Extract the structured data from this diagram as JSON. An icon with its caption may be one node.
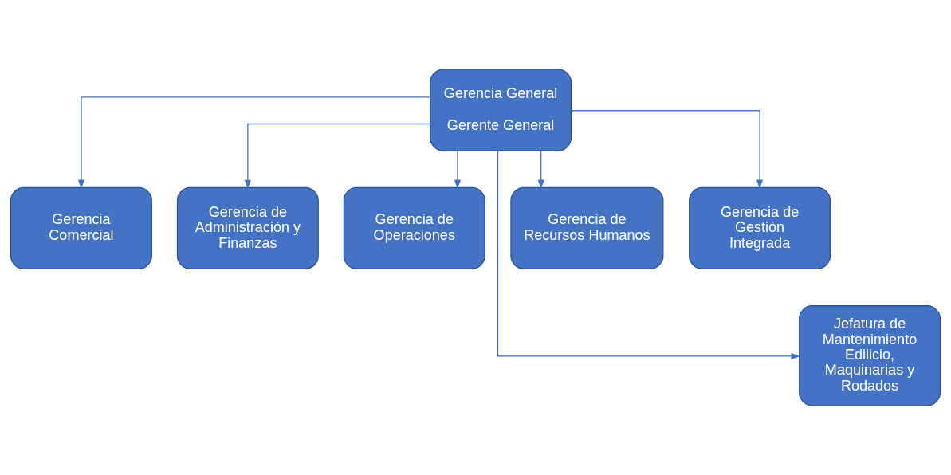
{
  "diagram": {
    "nodes": [
      {
        "text": [
          "Gerencia General",
          "Gerente General"
        ]
      },
      {
        "text": [
          "Gerencia Comercial"
        ]
      },
      {
        "text": [
          "Gerencia de Administración y Finanzas"
        ]
      },
      {
        "text": [
          "Gerencia de Operaciones"
        ]
      },
      {
        "text": [
          "Gerencia de Recursos Humanos"
        ]
      },
      {
        "text": [
          "Gerencia de Gestión Integrada"
        ]
      },
      {
        "text": [
          "Jefatura de Mantenimiento Edilicio, Maquinarias y Rodados"
        ]
      }
    ],
    "edges": [
      {
        "from": 0,
        "to": 1,
        "arrow": "to"
      },
      {
        "from": 0,
        "to": 2,
        "arrow": "to"
      },
      {
        "from": 0,
        "to": 3,
        "arrow": "to"
      },
      {
        "from": 0,
        "to": 4,
        "arrow": "to"
      },
      {
        "from": 0,
        "to": 5,
        "arrow": "to"
      },
      {
        "from": 0,
        "to": 6,
        "arrow": "to"
      }
    ]
  }
}
